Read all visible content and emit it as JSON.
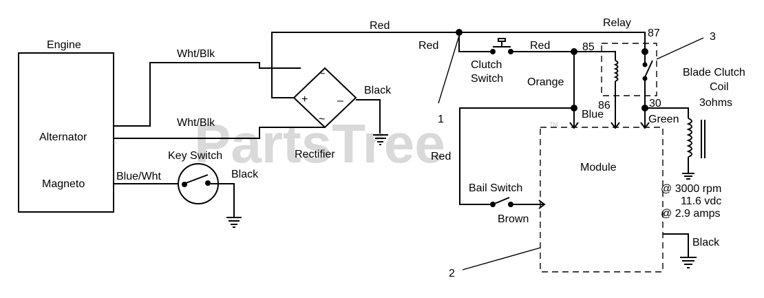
{
  "watermark": {
    "text": "PartsTree",
    "trademark": "TM"
  },
  "components": {
    "engine": "Engine",
    "alternator": "Alternator",
    "magneto": "Magneto",
    "key_switch": "Key Switch",
    "rectifier": "Rectifier",
    "clutch_switch": [
      "Clutch",
      "Switch"
    ],
    "relay": "Relay",
    "module": "Module",
    "bail_switch": "Bail Switch",
    "blade_clutch_coil": [
      "Blade Clutch",
      "Coil",
      "3ohms"
    ]
  },
  "wires": {
    "wht_blk_top": "Wht/Blk",
    "wht_blk_bottom": "Wht/Blk",
    "blue_wht": "Blue/Wht",
    "black_key": "Black",
    "black_rectifier": "Black",
    "red_top": "Red",
    "red_junction": "Red",
    "red_relay": "Red",
    "orange": "Orange",
    "blue": "Blue",
    "red_bail": "Red",
    "brown": "Brown",
    "green": "Green",
    "black_coil": "Black"
  },
  "rectifier_symbols": {
    "ac_top": "~",
    "ac_bottom": "~",
    "plus": "+",
    "minus": "–"
  },
  "relay_terminals": {
    "t85": "85",
    "t86": "86",
    "t87": "87",
    "t30": "30"
  },
  "callouts": {
    "c1": "1",
    "c2": "2",
    "c3": "3"
  },
  "specs": [
    "@ 3000 rpm",
    "11.6 vdc",
    "@ 2.9 amps"
  ]
}
